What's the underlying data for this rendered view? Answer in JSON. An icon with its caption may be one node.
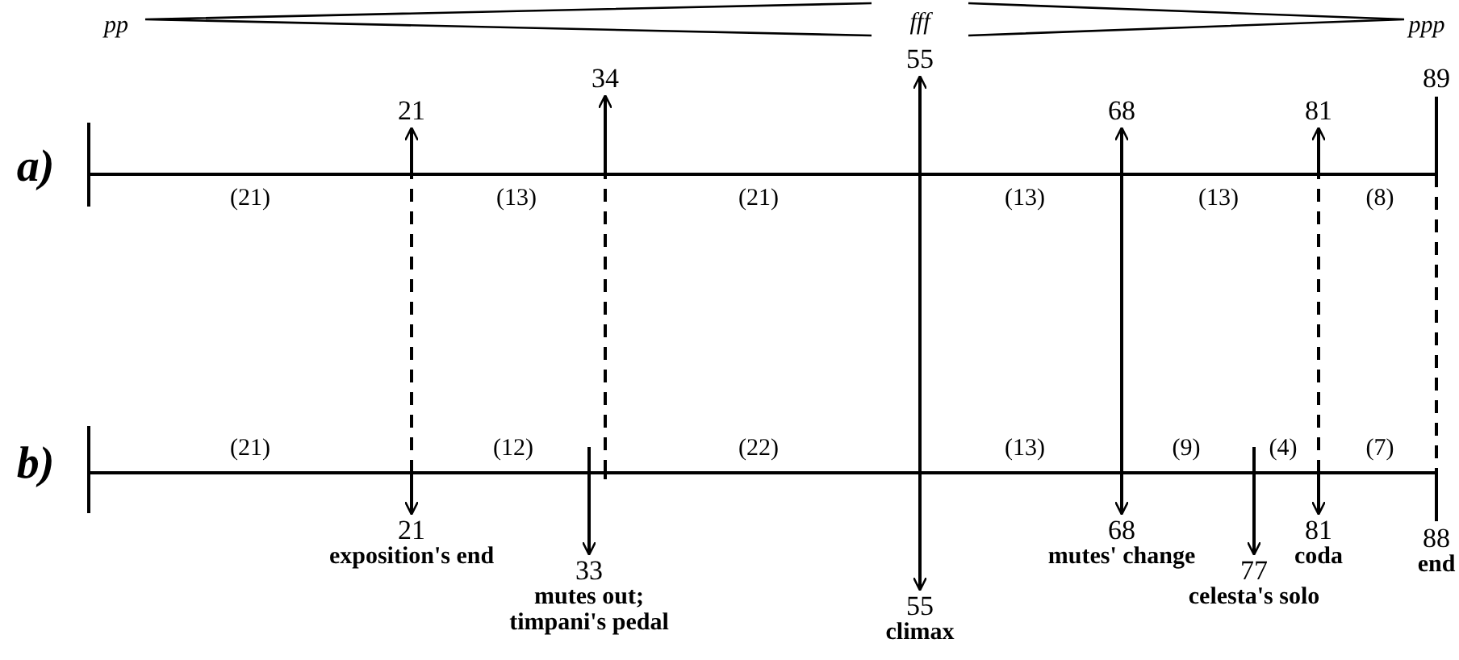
{
  "diagram": {
    "nodes": [
      {
        "text": [
          "21"
        ]
      },
      {
        "text": [
          "34"
        ]
      },
      {
        "text": [
          "55"
        ]
      },
      {
        "text": [
          "68"
        ]
      },
      {
        "text": [
          "81"
        ]
      },
      {
        "text": [
          "89"
        ]
      },
      {
        "text": [
          "21",
          "exposition's end"
        ]
      },
      {
        "text": [
          "33",
          "mutes out; timpani's pedal"
        ]
      },
      {
        "text": [
          "55",
          "climax"
        ]
      },
      {
        "text": [
          "68",
          "mutes' change"
        ]
      },
      {
        "text": [
          "77",
          "celesta's solo"
        ]
      },
      {
        "text": [
          "81",
          "coda"
        ]
      },
      {
        "text": [
          "88",
          "end"
        ]
      }
    ],
    "edges": [
      {
        "from": 6,
        "to": 0,
        "arrow": "both",
        "style": "dashed"
      },
      {
        "from": null,
        "to": 1,
        "arrow": "to",
        "style": "dashed"
      },
      {
        "from": null,
        "to": 7,
        "arrow": "to"
      },
      {
        "from": 8,
        "to": 2,
        "arrow": "both"
      },
      {
        "from": 9,
        "to": 3,
        "arrow": "both"
      },
      {
        "from": null,
        "to": 10,
        "arrow": "to"
      },
      {
        "from": 11,
        "to": 4,
        "arrow": "both",
        "style": "dashed"
      },
      {
        "from": 5,
        "to": 12,
        "arrow": "none",
        "style": "dashed"
      }
    ],
    "labels": [
      "pp",
      "fff",
      "ppp",
      "a)",
      "(21)",
      "(13)",
      "(21)",
      "(13)",
      "(13)",
      "(8)",
      "b)",
      "(21)",
      "(12)",
      "(22)",
      "(13)",
      "(9)",
      "(4)",
      "(7)"
    ]
  }
}
